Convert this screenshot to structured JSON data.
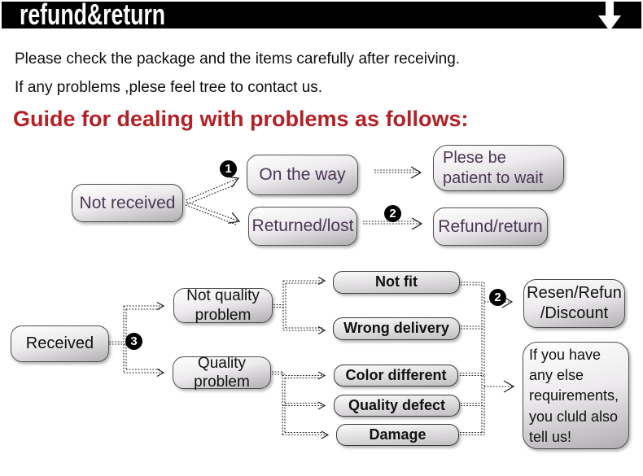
{
  "header": {
    "title": "refund&return"
  },
  "intro": {
    "line1": "Please check the package and the items carefully after receiving.",
    "line2": "If any problems ,plese feel tree to contact us.",
    "heading": "Guide for dealing with problems as follows:"
  },
  "colors": {
    "header_bg": "#000000",
    "heading_red": "#b32025",
    "node_text_purple": "#4b3756",
    "node_text_dark": "#111111",
    "node_fill_top": "#fdfcfd",
    "node_fill_bottom": "#b1aeb1"
  },
  "flowchart": {
    "section1": {
      "nodes": {
        "not_received": "Not received",
        "on_the_way": "On the way",
        "returned_lost": "Returned/lost",
        "patient_wait": "Plese be\npatient to wait",
        "refund_return": "Refund/return"
      },
      "markers": {
        "m1": "1",
        "m2": "2"
      }
    },
    "section2": {
      "nodes": {
        "received": "Received",
        "not_quality_problem": "Not quality\nproblem",
        "quality_problem": "Quality\nproblem",
        "not_fit": "Not fit",
        "wrong_delivery": "Wrong delivery",
        "color_different": "Color different",
        "quality_defect": "Quality defect",
        "damage": "Damage",
        "resen_refund_discount": "Resen/Refun\n/Discount",
        "other_requirements": "If you have\nany else\nrequirements,\nyou cluld also\ntell us!"
      },
      "markers": {
        "m3": "3",
        "m2": "2"
      }
    }
  }
}
